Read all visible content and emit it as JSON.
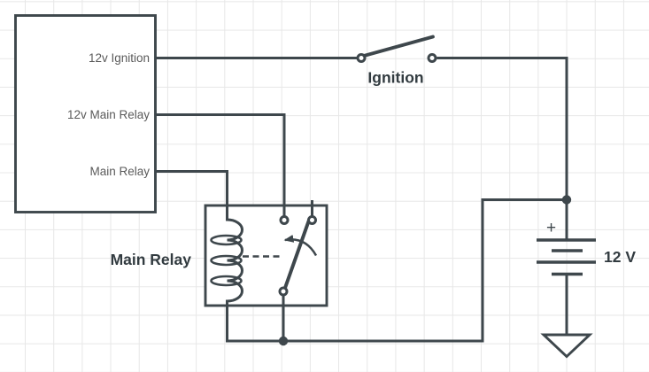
{
  "diagram": {
    "ecu": {
      "pins": [
        {
          "label": "12v Ignition"
        },
        {
          "label": "12v Main Relay"
        },
        {
          "label": "Main Relay"
        }
      ]
    },
    "ignition_switch": {
      "label": "Ignition"
    },
    "main_relay": {
      "label": "Main Relay"
    },
    "battery": {
      "label": "12 V",
      "polarity": "+"
    },
    "colors": {
      "stroke": "#3e474c",
      "pin_text": "#5a5a5a",
      "label_text": "#323b40",
      "grid": "#e7e7e7",
      "background": "#ffffff"
    }
  }
}
